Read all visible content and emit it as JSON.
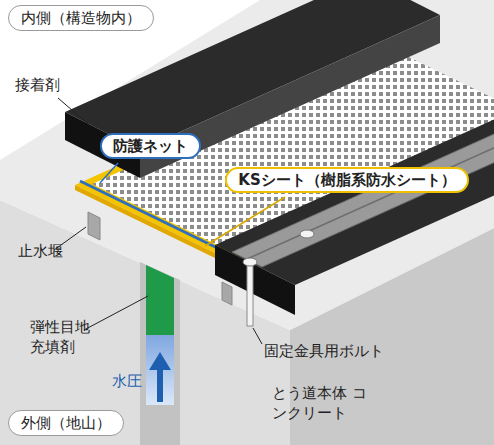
{
  "diagram": {
    "nodes": [
      {
        "text": [
          "内側（構造物内）"
        ]
      },
      {
        "text": [
          "防護ネット"
        ]
      },
      {
        "text": [
          "KSシート（樹脂系防水シート）"
        ]
      },
      {
        "text": [
          "外側（地山）"
        ]
      }
    ],
    "labels": [
      "接着剤",
      "止水堰",
      "弾性目地 充填剤",
      "水圧",
      "固定金具用ボルト",
      "とう道本体 コンクリート"
    ]
  }
}
